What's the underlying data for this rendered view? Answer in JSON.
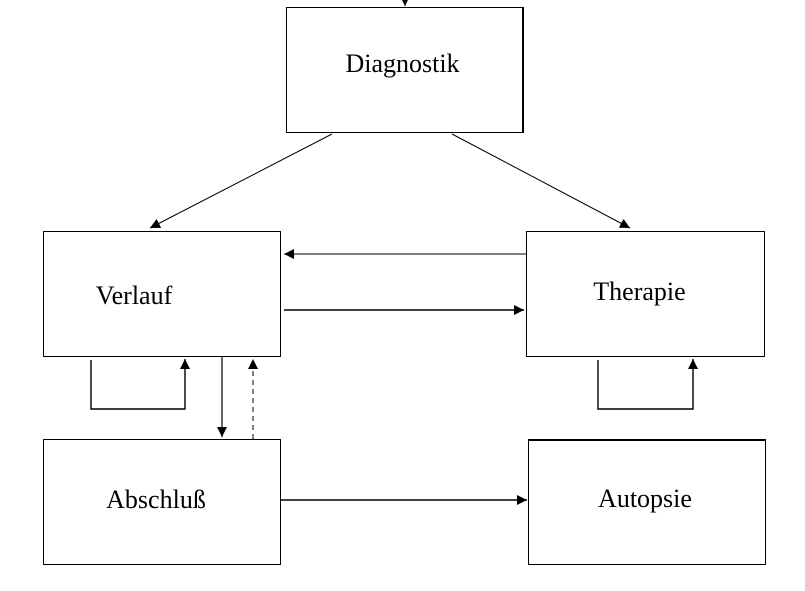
{
  "nodes": {
    "diagnostik": {
      "label": "Diagnostik"
    },
    "verlauf": {
      "label": "Verlauf"
    },
    "therapie": {
      "label": "Therapie"
    },
    "abschluss": {
      "label": "Abschluß"
    },
    "autopsie": {
      "label": "Autopsie"
    }
  },
  "edges": [
    {
      "from": "(above)",
      "to": "diagnostik",
      "style": "solid"
    },
    {
      "from": "diagnostik",
      "to": "verlauf",
      "style": "solid"
    },
    {
      "from": "diagnostik",
      "to": "therapie",
      "style": "solid"
    },
    {
      "from": "therapie",
      "to": "verlauf",
      "style": "solid"
    },
    {
      "from": "verlauf",
      "to": "therapie",
      "style": "solid"
    },
    {
      "from": "verlauf",
      "to": "verlauf",
      "style": "solid"
    },
    {
      "from": "therapie",
      "to": "therapie",
      "style": "solid"
    },
    {
      "from": "verlauf",
      "to": "abschluss",
      "style": "solid"
    },
    {
      "from": "abschluss",
      "to": "verlauf",
      "style": "dashed"
    },
    {
      "from": "abschluss",
      "to": "autopsie",
      "style": "solid"
    }
  ],
  "colors": {
    "stroke": "#000000",
    "background": "#ffffff"
  }
}
